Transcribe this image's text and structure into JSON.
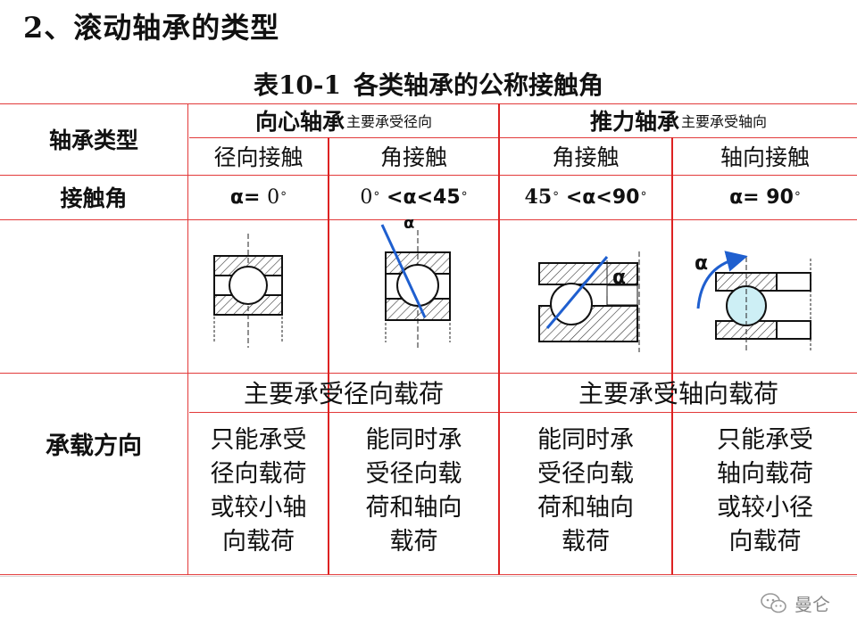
{
  "heading": "2、滚动轴承的类型",
  "caption": {
    "number": "表10-1",
    "title": "各类轴承的公称接触角"
  },
  "header": {
    "type_label": "轴承类型",
    "radial": {
      "main": "向心轴承",
      "sub": "主要承受径向"
    },
    "thrust": {
      "main": "推力轴承",
      "sub": "主要承受轴向"
    },
    "columns": [
      "径向接触",
      "角接触",
      "角接触",
      "轴向接触"
    ]
  },
  "contact_angle": {
    "label": "接触角",
    "values": [
      {
        "pre": "",
        "op1": "α=",
        "num": "0",
        "op2": "",
        "num2": ""
      },
      {
        "pre": "0",
        "op1": "<α<",
        "num": "45",
        "op2": "",
        "num2": ""
      },
      {
        "pre": "45",
        "op1": "<α<",
        "num": "90",
        "op2": "",
        "num2": ""
      },
      {
        "pre": "",
        "op1": "α=",
        "num": "90",
        "op2": "",
        "num2": ""
      }
    ]
  },
  "diagram_labels": {
    "alpha": "α"
  },
  "load": {
    "label": "承载方向",
    "radial_main": "主要承受径向载荷",
    "thrust_main": "主要承受轴向载荷",
    "cells": [
      [
        "只能承受",
        "径向载荷",
        "或较小轴",
        "向载荷"
      ],
      [
        "能同时承",
        "受径向载",
        "荷和轴向",
        "载荷"
      ],
      [
        "能同时承",
        "受径向载",
        "荷和轴向",
        "载荷"
      ],
      [
        "只能承受",
        "轴向载荷",
        "或较小径",
        "向载荷"
      ]
    ]
  },
  "watermark": {
    "text": "曼仑",
    "icon": "wechat-icon"
  },
  "colors": {
    "grid": "#e23a3a",
    "hatch": "#333333",
    "ball_fill": "#cdeff5",
    "arrow": "#1f5fcf"
  }
}
